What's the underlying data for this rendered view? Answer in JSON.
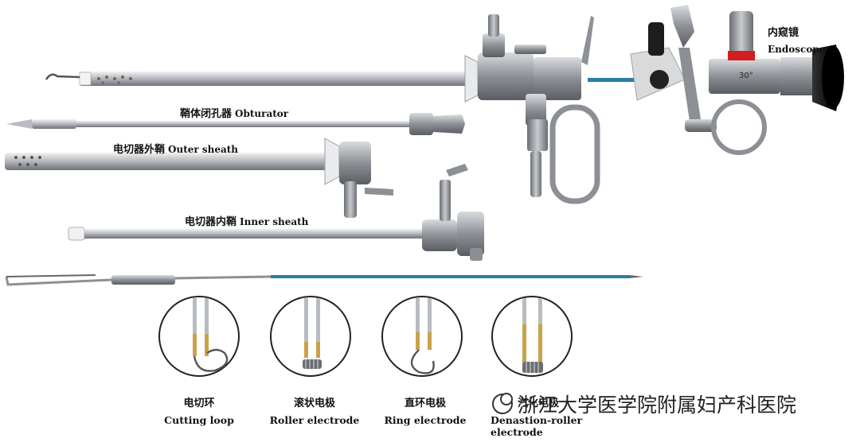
{
  "components": {
    "endoscope": {
      "zh": "内窥镜",
      "en": "Endoscope",
      "angle": "30°"
    },
    "obturator": {
      "zh": "鞘体闭孔器",
      "en": "Obturator"
    },
    "outer_sheath": {
      "zh": "电切器外鞘",
      "en": "Outer sheath"
    },
    "inner_sheath": {
      "zh": "电切器内鞘",
      "en": "Inner sheath"
    }
  },
  "electrodes": [
    {
      "zh": "电切环",
      "en": "Cutting loop"
    },
    {
      "zh": "滚状电极",
      "en": "Roller electrode"
    },
    {
      "zh": "直环电极",
      "en": "Ring electrode"
    },
    {
      "zh": "汽化电极",
      "en": "Denastion-roller electrode"
    }
  ],
  "watermark": "浙江大学医学院附属妇产科医院",
  "colors": {
    "steel": "#a9adb1",
    "steel_dark": "#6f7378",
    "eyepiece": "#111111",
    "band": "#d21e1e",
    "wire_blue": "#2a7ea8",
    "electrode_gold": "#c9a24a"
  }
}
